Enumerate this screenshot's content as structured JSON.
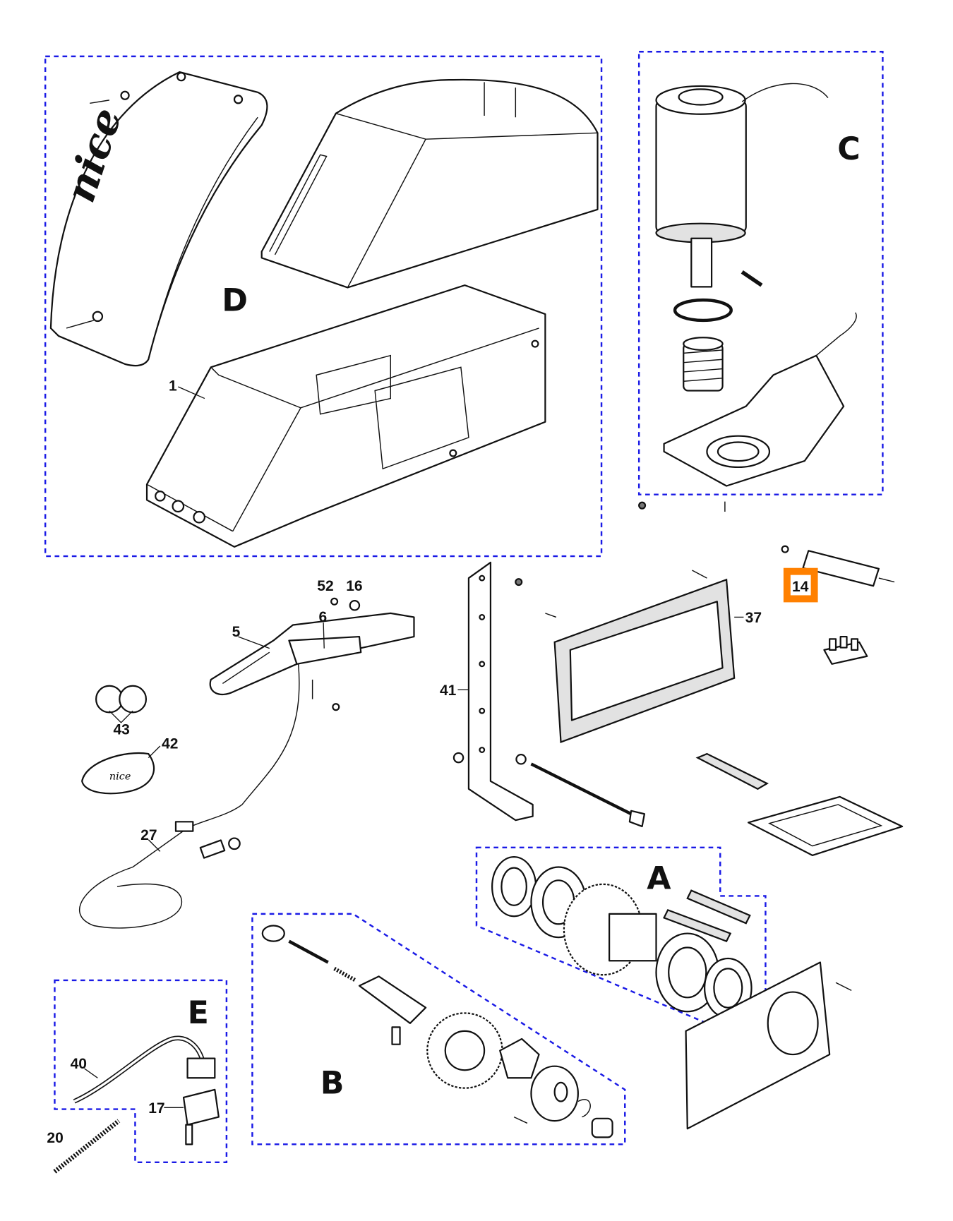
{
  "diagram": {
    "groups": [
      {
        "id": "D",
        "label": "D"
      },
      {
        "id": "C",
        "label": "C"
      },
      {
        "id": "A",
        "label": "A"
      },
      {
        "id": "B",
        "label": "B"
      },
      {
        "id": "E",
        "label": "E"
      }
    ],
    "part_numbers": {
      "p1": "1",
      "p52": "52",
      "p16": "16",
      "p6": "6",
      "p5": "5",
      "p41": "41",
      "p37": "37",
      "p14": "14",
      "p43": "43",
      "p42": "42",
      "p27": "27",
      "p40": "40",
      "p17": "17",
      "p20": "20"
    },
    "highlighted_part": "14",
    "highlight_color": "#ff8000",
    "group_border_color": "#1a1ae6",
    "logo_text": "nice"
  }
}
